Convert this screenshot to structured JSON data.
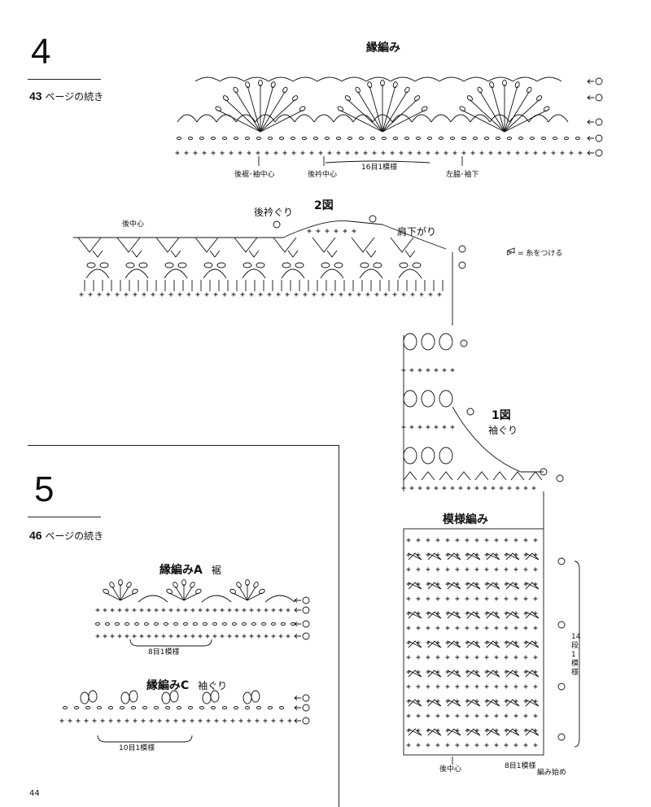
{
  "sec4": {
    "number": "4",
    "continued": "ページの続き",
    "continued_page": "43",
    "edging_title": "縁編み",
    "label_back_hem_center": "後裾･袖中心",
    "label_back_neck_center": "後衿中心",
    "label_repeat16": "16目1模様",
    "label_side_underarm": "左脇･袖下",
    "fig2_title": "2図",
    "back_neck": "後衿ぐり",
    "back_center": "後中心",
    "shoulder_dec": "肩下がり",
    "attach_yarn": "= 糸をつける",
    "fig1_title": "1図",
    "armhole": "袖ぐり",
    "pattern_title": "模様編み",
    "rows14": "14段1模様",
    "repeat8": "8目1模様",
    "back_center2": "後中心",
    "start": "編み始め"
  },
  "sec5": {
    "number": "5",
    "continued_page": "46",
    "continued": "ページの続き",
    "edgingA_title": "縁編みA",
    "edgingA_sub": "裾",
    "repeat8": "8目1模様",
    "edgingC_title": "縁編みC",
    "edgingC_sub": "袖ぐり",
    "repeat10": "10目1模様"
  },
  "page_number": "44"
}
